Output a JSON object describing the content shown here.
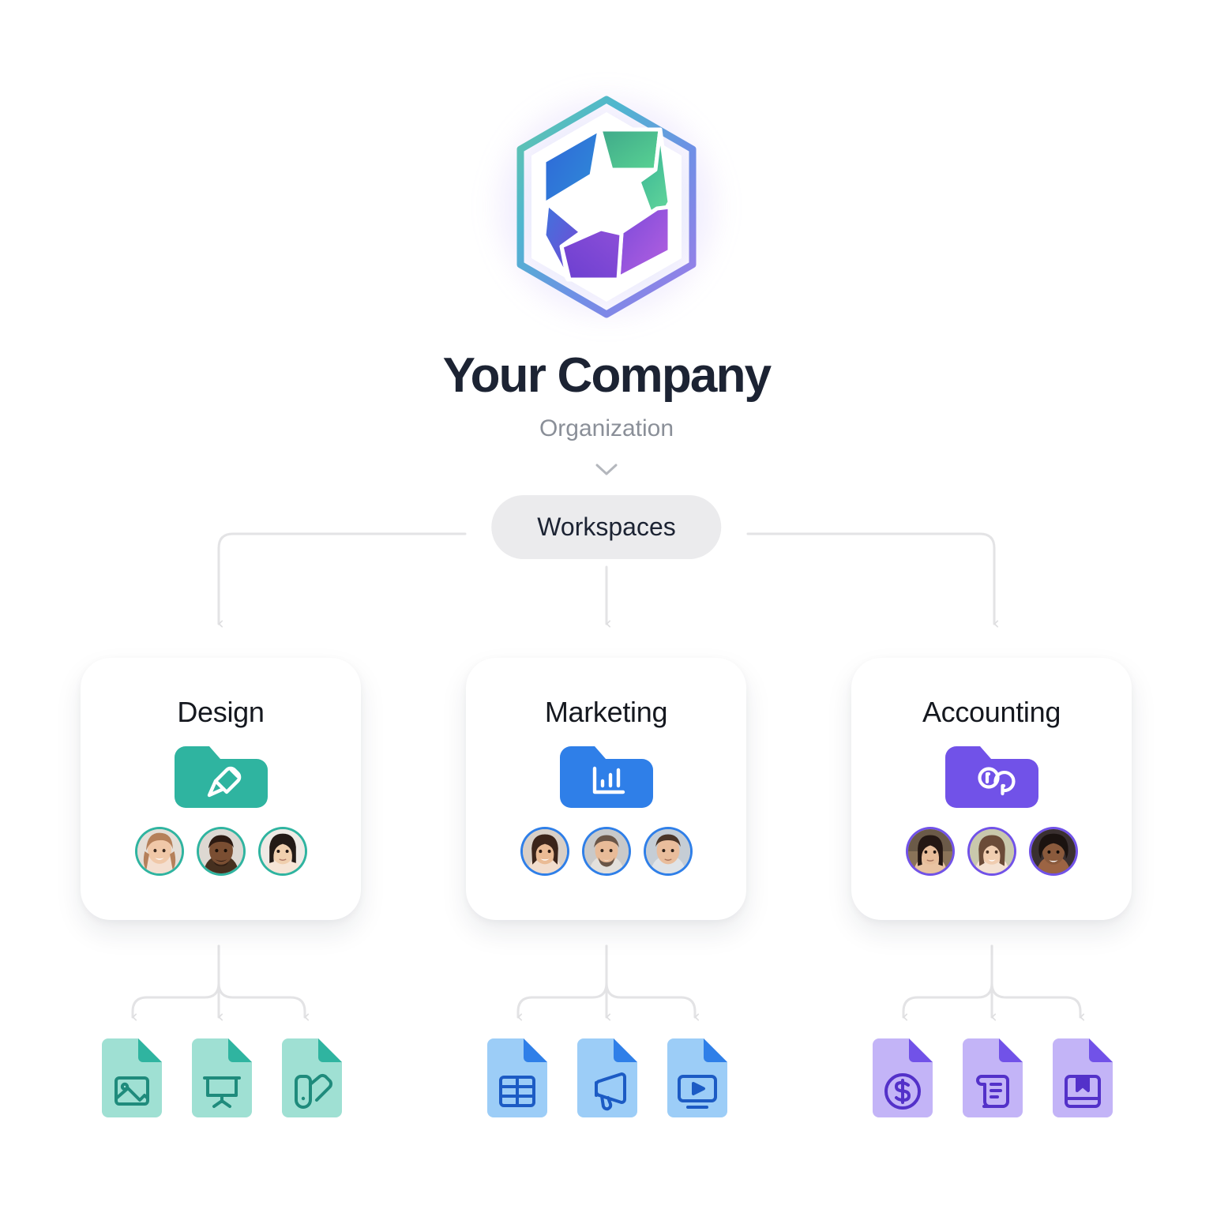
{
  "page": {
    "background": "#ffffff",
    "type": "organization-hierarchy-diagram"
  },
  "logo": {
    "name": "company-hexagon-aperture-logo",
    "shape": "hexagon",
    "inner": "six-blade-aperture-pinwheel",
    "colors": [
      "#3fa98a",
      "#33b390",
      "#2f9fd4",
      "#2f7fe0",
      "#6b43d8",
      "#8f3fd0",
      "#a855f7",
      "#4ade9c"
    ]
  },
  "header": {
    "title": "Your Company",
    "subtitle": "Organization",
    "title_color": "#1c2333",
    "subtitle_color": "#8a8f98",
    "chevron_icon": "chevron-down-icon"
  },
  "workspaces_node": {
    "label": "Workspaces",
    "background": "#ebebed",
    "text_color": "#1c2333"
  },
  "connectors": {
    "color": "#e2e2e4",
    "stroke_width": 3
  },
  "workspaces": [
    {
      "id": "design",
      "name": "Design",
      "accent": "#2fb4a0",
      "accent_light": "#9fe0d3",
      "accent_dark": "#1f8b7c",
      "folder_icon": "paintbrush-folder-icon",
      "members": [
        {
          "name": "member-avatar-1",
          "ring": "#2fb4a0",
          "skin": "#f0c8a8",
          "hair": "#b5805a"
        },
        {
          "name": "member-avatar-2",
          "ring": "#2fb4a0",
          "skin": "#7a4e32",
          "hair": "#2c1a12"
        },
        {
          "name": "member-avatar-3",
          "ring": "#2fb4a0",
          "skin": "#f0cfae",
          "hair": "#231a16"
        }
      ],
      "documents": [
        {
          "name": "image-file",
          "icon": "image-icon"
        },
        {
          "name": "presentation-file",
          "icon": "presentation-board-icon"
        },
        {
          "name": "palette-file",
          "icon": "color-swatches-icon"
        }
      ]
    },
    {
      "id": "marketing",
      "name": "Marketing",
      "accent": "#2f7fe8",
      "accent_light": "#9ccdf7",
      "accent_dark": "#1c5bc4",
      "folder_icon": "bar-chart-folder-icon",
      "members": [
        {
          "name": "member-avatar-1",
          "ring": "#2f7fe8",
          "skin": "#eabb95",
          "hair": "#3b241a"
        },
        {
          "name": "member-avatar-2",
          "ring": "#2f7fe8",
          "skin": "#e8bb98",
          "hair": "#6a5648"
        },
        {
          "name": "member-avatar-3",
          "ring": "#2f7fe8",
          "skin": "#e9bd9c",
          "hair": "#4a3528"
        }
      ],
      "documents": [
        {
          "name": "spreadsheet-file",
          "icon": "table-grid-icon"
        },
        {
          "name": "campaign-file",
          "icon": "megaphone-icon"
        },
        {
          "name": "video-file",
          "icon": "video-player-icon"
        }
      ]
    },
    {
      "id": "accounting",
      "name": "Accounting",
      "accent": "#7152e8",
      "accent_light": "#c3b4f7",
      "accent_dark": "#5331c9",
      "folder_icon": "coins-folder-icon",
      "members": [
        {
          "name": "member-avatar-1",
          "ring": "#7152e8",
          "skin": "#e7bd9a",
          "hair": "#241713"
        },
        {
          "name": "member-avatar-2",
          "ring": "#7152e8",
          "skin": "#f0cdb0",
          "hair": "#6b4b38"
        },
        {
          "name": "member-avatar-3",
          "ring": "#7152e8",
          "skin": "#8a5a3c",
          "hair": "#1b1310"
        }
      ],
      "documents": [
        {
          "name": "invoice-amount-file",
          "icon": "dollar-circle-icon"
        },
        {
          "name": "statement-file",
          "icon": "scroll-document-icon"
        },
        {
          "name": "ledger-file",
          "icon": "ledger-book-icon"
        }
      ]
    }
  ]
}
